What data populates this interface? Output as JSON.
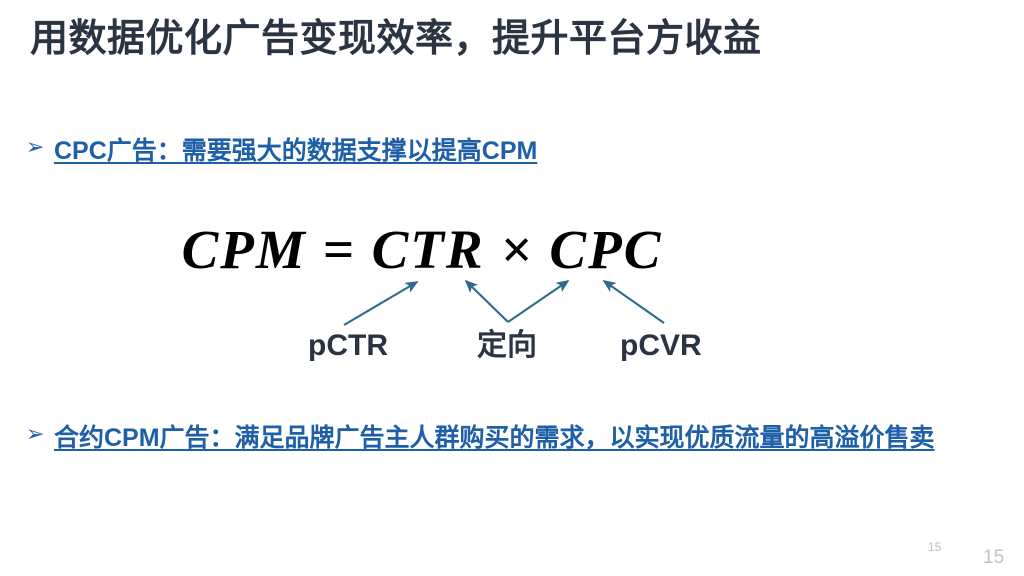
{
  "slide": {
    "title": "用数据优化广告变现效率，提升平台方收益",
    "background_color": "#ffffff",
    "title_color": "#2b3442",
    "accent_color": "#1f5fa8",
    "arrow_color": "#2e6a8a"
  },
  "bullets": [
    {
      "marker": "➢",
      "marker_name": "arrow-bullet-glyph",
      "text": "CPC广告：需要强大的数据支撑以提高CPM"
    },
    {
      "marker": "➢",
      "marker_name": "arrow-bullet-glyph",
      "text": "合约CPM广告：满足品牌广告主人群购买的需求，以实现优质流量的高溢价售卖"
    }
  ],
  "formula": {
    "text": "CPM = CTR × CPC",
    "left_term": "CPM",
    "equals": "=",
    "factor_1": "CTR",
    "operator": "×",
    "factor_2": "CPC"
  },
  "annotations": {
    "labels": [
      {
        "id": "pctr",
        "text": "pCTR",
        "points_to": "CTR"
      },
      {
        "id": "dingxiang",
        "text": "定向",
        "points_to": "CTR and CPC"
      },
      {
        "id": "pcvr",
        "text": "pCVR",
        "points_to": "CPC"
      }
    ]
  },
  "footer": {
    "page_number_small": "15",
    "page_number_large": "15"
  }
}
